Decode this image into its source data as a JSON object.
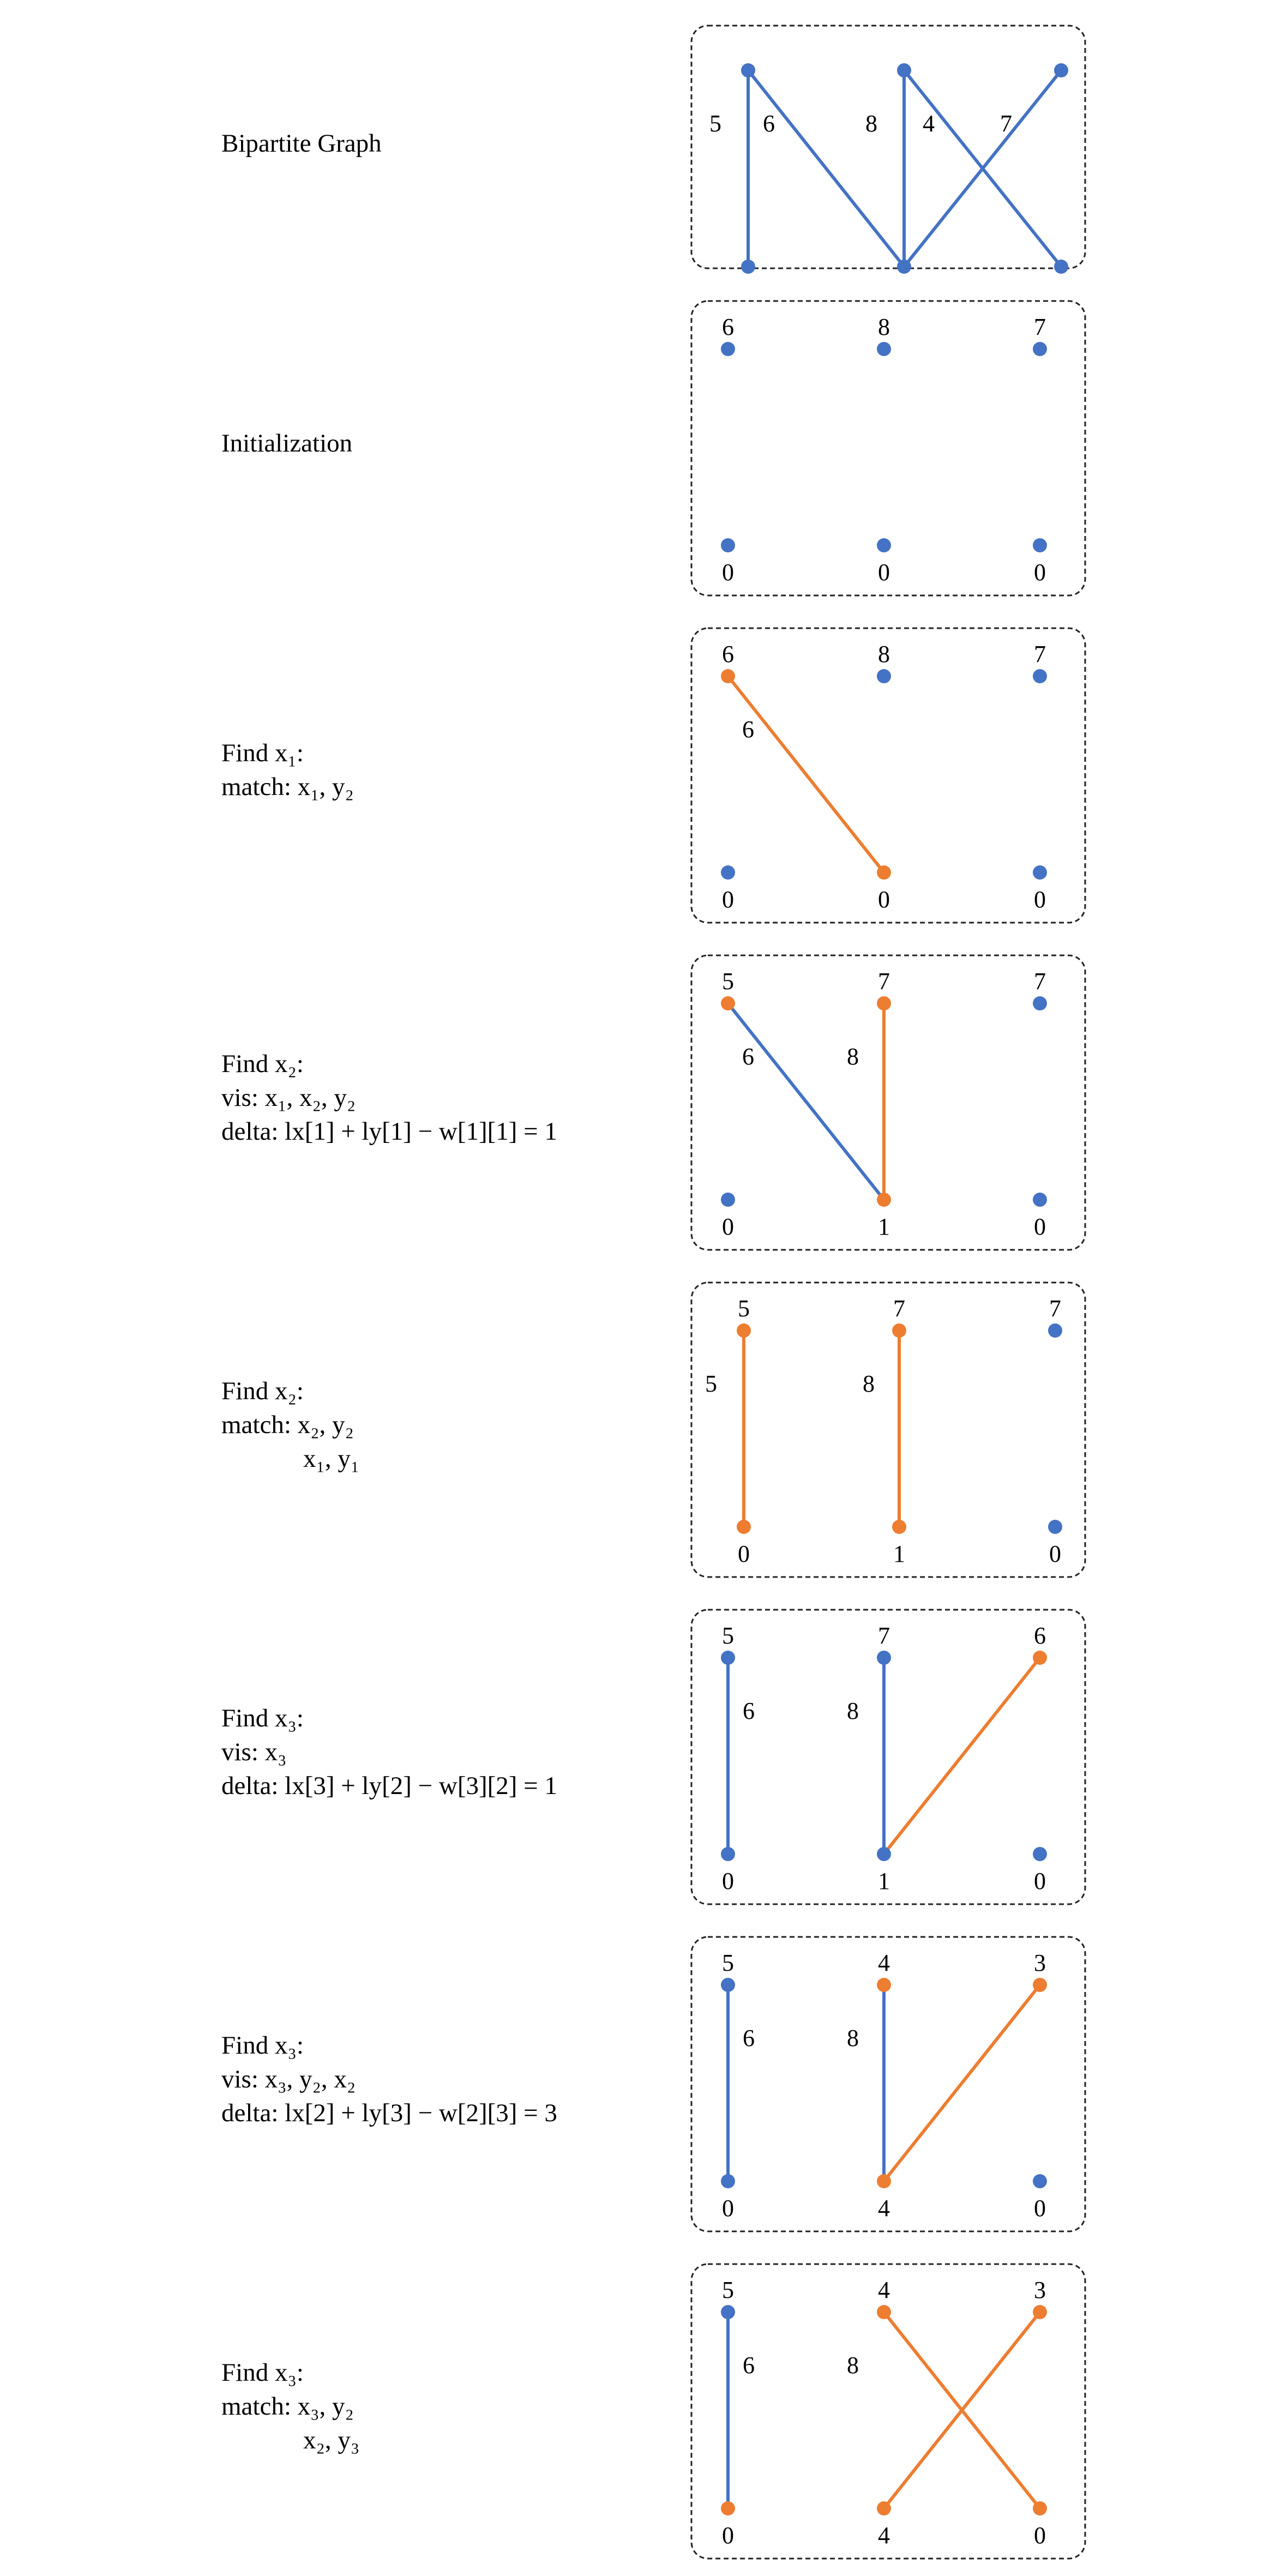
{
  "colors": {
    "default": "#4472C4",
    "highlight": "#ED7D31",
    "frame": "#222222",
    "text": "#000000"
  },
  "panels": [
    {
      "id": "bipartite-graph",
      "text": [
        "Bipartite Graph"
      ],
      "top_labels": [],
      "bottom_labels": [],
      "edges": [
        {
          "from": "x1",
          "to": "y1",
          "weight": "5",
          "color": "default"
        },
        {
          "from": "x1",
          "to": "y2",
          "weight": "6",
          "color": "default"
        },
        {
          "from": "x2",
          "to": "y2",
          "weight": "8",
          "color": "default"
        },
        {
          "from": "x2",
          "to": "y3",
          "weight": "4",
          "color": "default"
        },
        {
          "from": "x3",
          "to": "y2",
          "weight": "7",
          "color": "default"
        }
      ],
      "node_colors": {
        "top": [
          "default",
          "default",
          "default"
        ],
        "bottom": [
          "default",
          "default",
          "default"
        ]
      }
    },
    {
      "id": "initialization",
      "text": [
        "Initialization"
      ],
      "top_labels": [
        "6",
        "8",
        "7"
      ],
      "bottom_labels": [
        "0",
        "0",
        "0"
      ],
      "edges": [],
      "node_colors": {
        "top": [
          "default",
          "default",
          "default"
        ],
        "bottom": [
          "default",
          "default",
          "default"
        ]
      }
    },
    {
      "id": "find-x1",
      "text": [
        "Find x₁:",
        "match: x₁, y₂"
      ],
      "top_labels": [
        "6",
        "8",
        "7"
      ],
      "bottom_labels": [
        "0",
        "0",
        "0"
      ],
      "edges": [
        {
          "from": "x1",
          "to": "y2",
          "weight": "6",
          "color": "highlight"
        }
      ],
      "node_colors": {
        "top": [
          "highlight",
          "default",
          "default"
        ],
        "bottom": [
          "default",
          "highlight",
          "default"
        ]
      }
    },
    {
      "id": "find-x2-vis",
      "text": [
        "Find x₂:",
        "vis: x₁, x₂, y₂",
        "delta: lx[1] + ly[1] − w[1][1] = 1"
      ],
      "top_labels": [
        "5",
        "7",
        "7"
      ],
      "bottom_labels": [
        "0",
        "1",
        "0"
      ],
      "edges": [
        {
          "from": "x1",
          "to": "y2",
          "weight": "6",
          "color": "default"
        },
        {
          "from": "x2",
          "to": "y2",
          "weight": "8",
          "color": "highlight"
        }
      ],
      "node_colors": {
        "top": [
          "highlight",
          "highlight",
          "default"
        ],
        "bottom": [
          "default",
          "highlight",
          "default"
        ]
      }
    },
    {
      "id": "find-x2-match",
      "text": [
        "Find x₂:",
        "match: x₂, y₂",
        "x₁, y₁"
      ],
      "top_labels": [
        "5",
        "7",
        "7"
      ],
      "bottom_labels": [
        "0",
        "1",
        "0"
      ],
      "edges": [
        {
          "from": "x1",
          "to": "y1",
          "weight": "5",
          "color": "highlight"
        },
        {
          "from": "x2",
          "to": "y2",
          "weight": "8",
          "color": "highlight"
        }
      ],
      "node_colors": {
        "top": [
          "highlight",
          "highlight",
          "default"
        ],
        "bottom": [
          "highlight",
          "highlight",
          "default"
        ]
      }
    },
    {
      "id": "find-x3-vis-1",
      "text": [
        "Find x₃:",
        "vis: x₃",
        "delta: lx[3] + ly[2] − w[3][2] = 1"
      ],
      "top_labels": [
        "5",
        "7",
        "6"
      ],
      "bottom_labels": [
        "0",
        "1",
        "0"
      ],
      "edges": [
        {
          "from": "x1",
          "to": "y1",
          "weight": "6",
          "color": "default"
        },
        {
          "from": "x2",
          "to": "y2",
          "weight": "8",
          "color": "default"
        },
        {
          "from": "x3",
          "to": "y2",
          "weight": "",
          "color": "highlight"
        }
      ],
      "node_colors": {
        "top": [
          "default",
          "default",
          "highlight"
        ],
        "bottom": [
          "default",
          "default",
          "default"
        ]
      }
    },
    {
      "id": "find-x3-vis-2",
      "text": [
        "Find x₃:",
        "vis: x₃, y₂, x₂",
        "delta: lx[2] + ly[3] − w[2][3] = 3"
      ],
      "top_labels": [
        "5",
        "4",
        "3"
      ],
      "bottom_labels": [
        "0",
        "4",
        "0"
      ],
      "edges": [
        {
          "from": "x1",
          "to": "y1",
          "weight": "6",
          "color": "default"
        },
        {
          "from": "x2",
          "to": "y2",
          "weight": "8",
          "color": "default"
        },
        {
          "from": "x3",
          "to": "y2",
          "weight": "",
          "color": "highlight"
        }
      ],
      "node_colors": {
        "top": [
          "default",
          "highlight",
          "highlight"
        ],
        "bottom": [
          "default",
          "highlight",
          "default"
        ]
      }
    },
    {
      "id": "find-x3-match",
      "text": [
        "Find x₃:",
        "match: x₃, y₂",
        "x₂, y₃"
      ],
      "top_labels": [
        "5",
        "4",
        "3"
      ],
      "bottom_labels": [
        "0",
        "4",
        "0"
      ],
      "edges": [
        {
          "from": "x1",
          "to": "y1",
          "weight": "6",
          "color": "default"
        },
        {
          "from": "x2",
          "to": "y3",
          "weight": "8",
          "color": "highlight"
        },
        {
          "from": "x3",
          "to": "y2",
          "weight": "",
          "color": "highlight"
        }
      ],
      "node_colors": {
        "top": [
          "default",
          "highlight",
          "highlight"
        ],
        "bottom": [
          "highlight",
          "highlight",
          "highlight"
        ]
      }
    }
  ]
}
